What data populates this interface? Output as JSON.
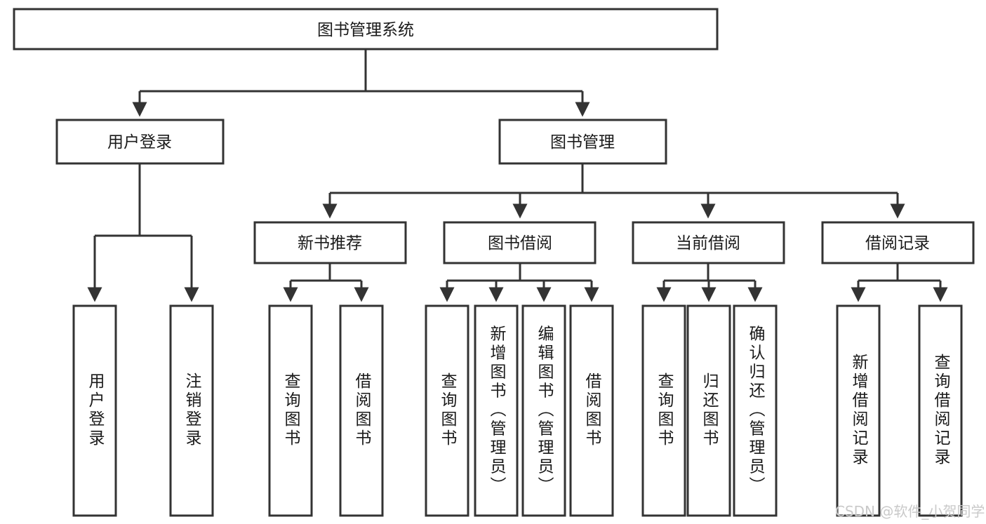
{
  "diagram": {
    "title": "图书管理系统",
    "type": "tree",
    "watermark": "CSDN @软件_小贺同学",
    "colors": {
      "stroke": "#333333",
      "fill": "#ffffff",
      "text": "#1a1a1a",
      "watermark": "#c9c9c9",
      "background": "#ffffff"
    },
    "levels": {
      "root": {
        "label": "图书管理系统"
      },
      "level2": [
        {
          "label": "用户登录"
        },
        {
          "label": "图书管理"
        }
      ],
      "level3": [
        {
          "label": "新书推荐"
        },
        {
          "label": "图书借阅"
        },
        {
          "label": "当前借阅"
        },
        {
          "label": "借阅记录"
        }
      ]
    },
    "nodes": {
      "root": "图书管理系统",
      "user_login": "用户登录",
      "book_manage": "图书管理",
      "new_book_rec": "新书推荐",
      "book_borrow": "图书借阅",
      "current_borrow": "当前借阅",
      "borrow_record": "借阅记录"
    },
    "leaves": {
      "user_login": [
        "用户登录",
        "注销登录"
      ],
      "new_book_rec": [
        "查询图书",
        "借阅图书"
      ],
      "book_borrow": [
        "查询图书",
        "新增图书（管理员）",
        "编辑图书（管理员）",
        "借阅图书"
      ],
      "current_borrow": [
        "查询图书",
        "归还图书",
        "确认归还（管理员）"
      ],
      "borrow_record": [
        "新增借阅记录",
        "查询借阅记录"
      ]
    },
    "leaf_nodes": [
      {
        "id": "leaf-user-login",
        "label": "用户登录",
        "parent": "用户登录"
      },
      {
        "id": "leaf-user-logout",
        "label": "注销登录",
        "parent": "用户登录"
      },
      {
        "id": "leaf-query-book-1",
        "label": "查询图书",
        "parent": "新书推荐"
      },
      {
        "id": "leaf-borrow-book-1",
        "label": "借阅图书",
        "parent": "新书推荐"
      },
      {
        "id": "leaf-query-book-2",
        "label": "查询图书",
        "parent": "图书借阅"
      },
      {
        "id": "leaf-add-book",
        "label": "新增图书（管理员）",
        "parent": "图书借阅"
      },
      {
        "id": "leaf-edit-book",
        "label": "编辑图书（管理员）",
        "parent": "图书借阅"
      },
      {
        "id": "leaf-borrow-book-2",
        "label": "借阅图书",
        "parent": "图书借阅"
      },
      {
        "id": "leaf-query-book-3",
        "label": "查询图书",
        "parent": "当前借阅"
      },
      {
        "id": "leaf-return-book",
        "label": "归还图书",
        "parent": "当前借阅"
      },
      {
        "id": "leaf-confirm-return",
        "label": "确认归还（管理员）",
        "parent": "当前借阅"
      },
      {
        "id": "leaf-add-record",
        "label": "新增借阅记录",
        "parent": "借阅记录"
      },
      {
        "id": "leaf-query-record",
        "label": "查询借阅记录",
        "parent": "借阅记录"
      }
    ]
  }
}
